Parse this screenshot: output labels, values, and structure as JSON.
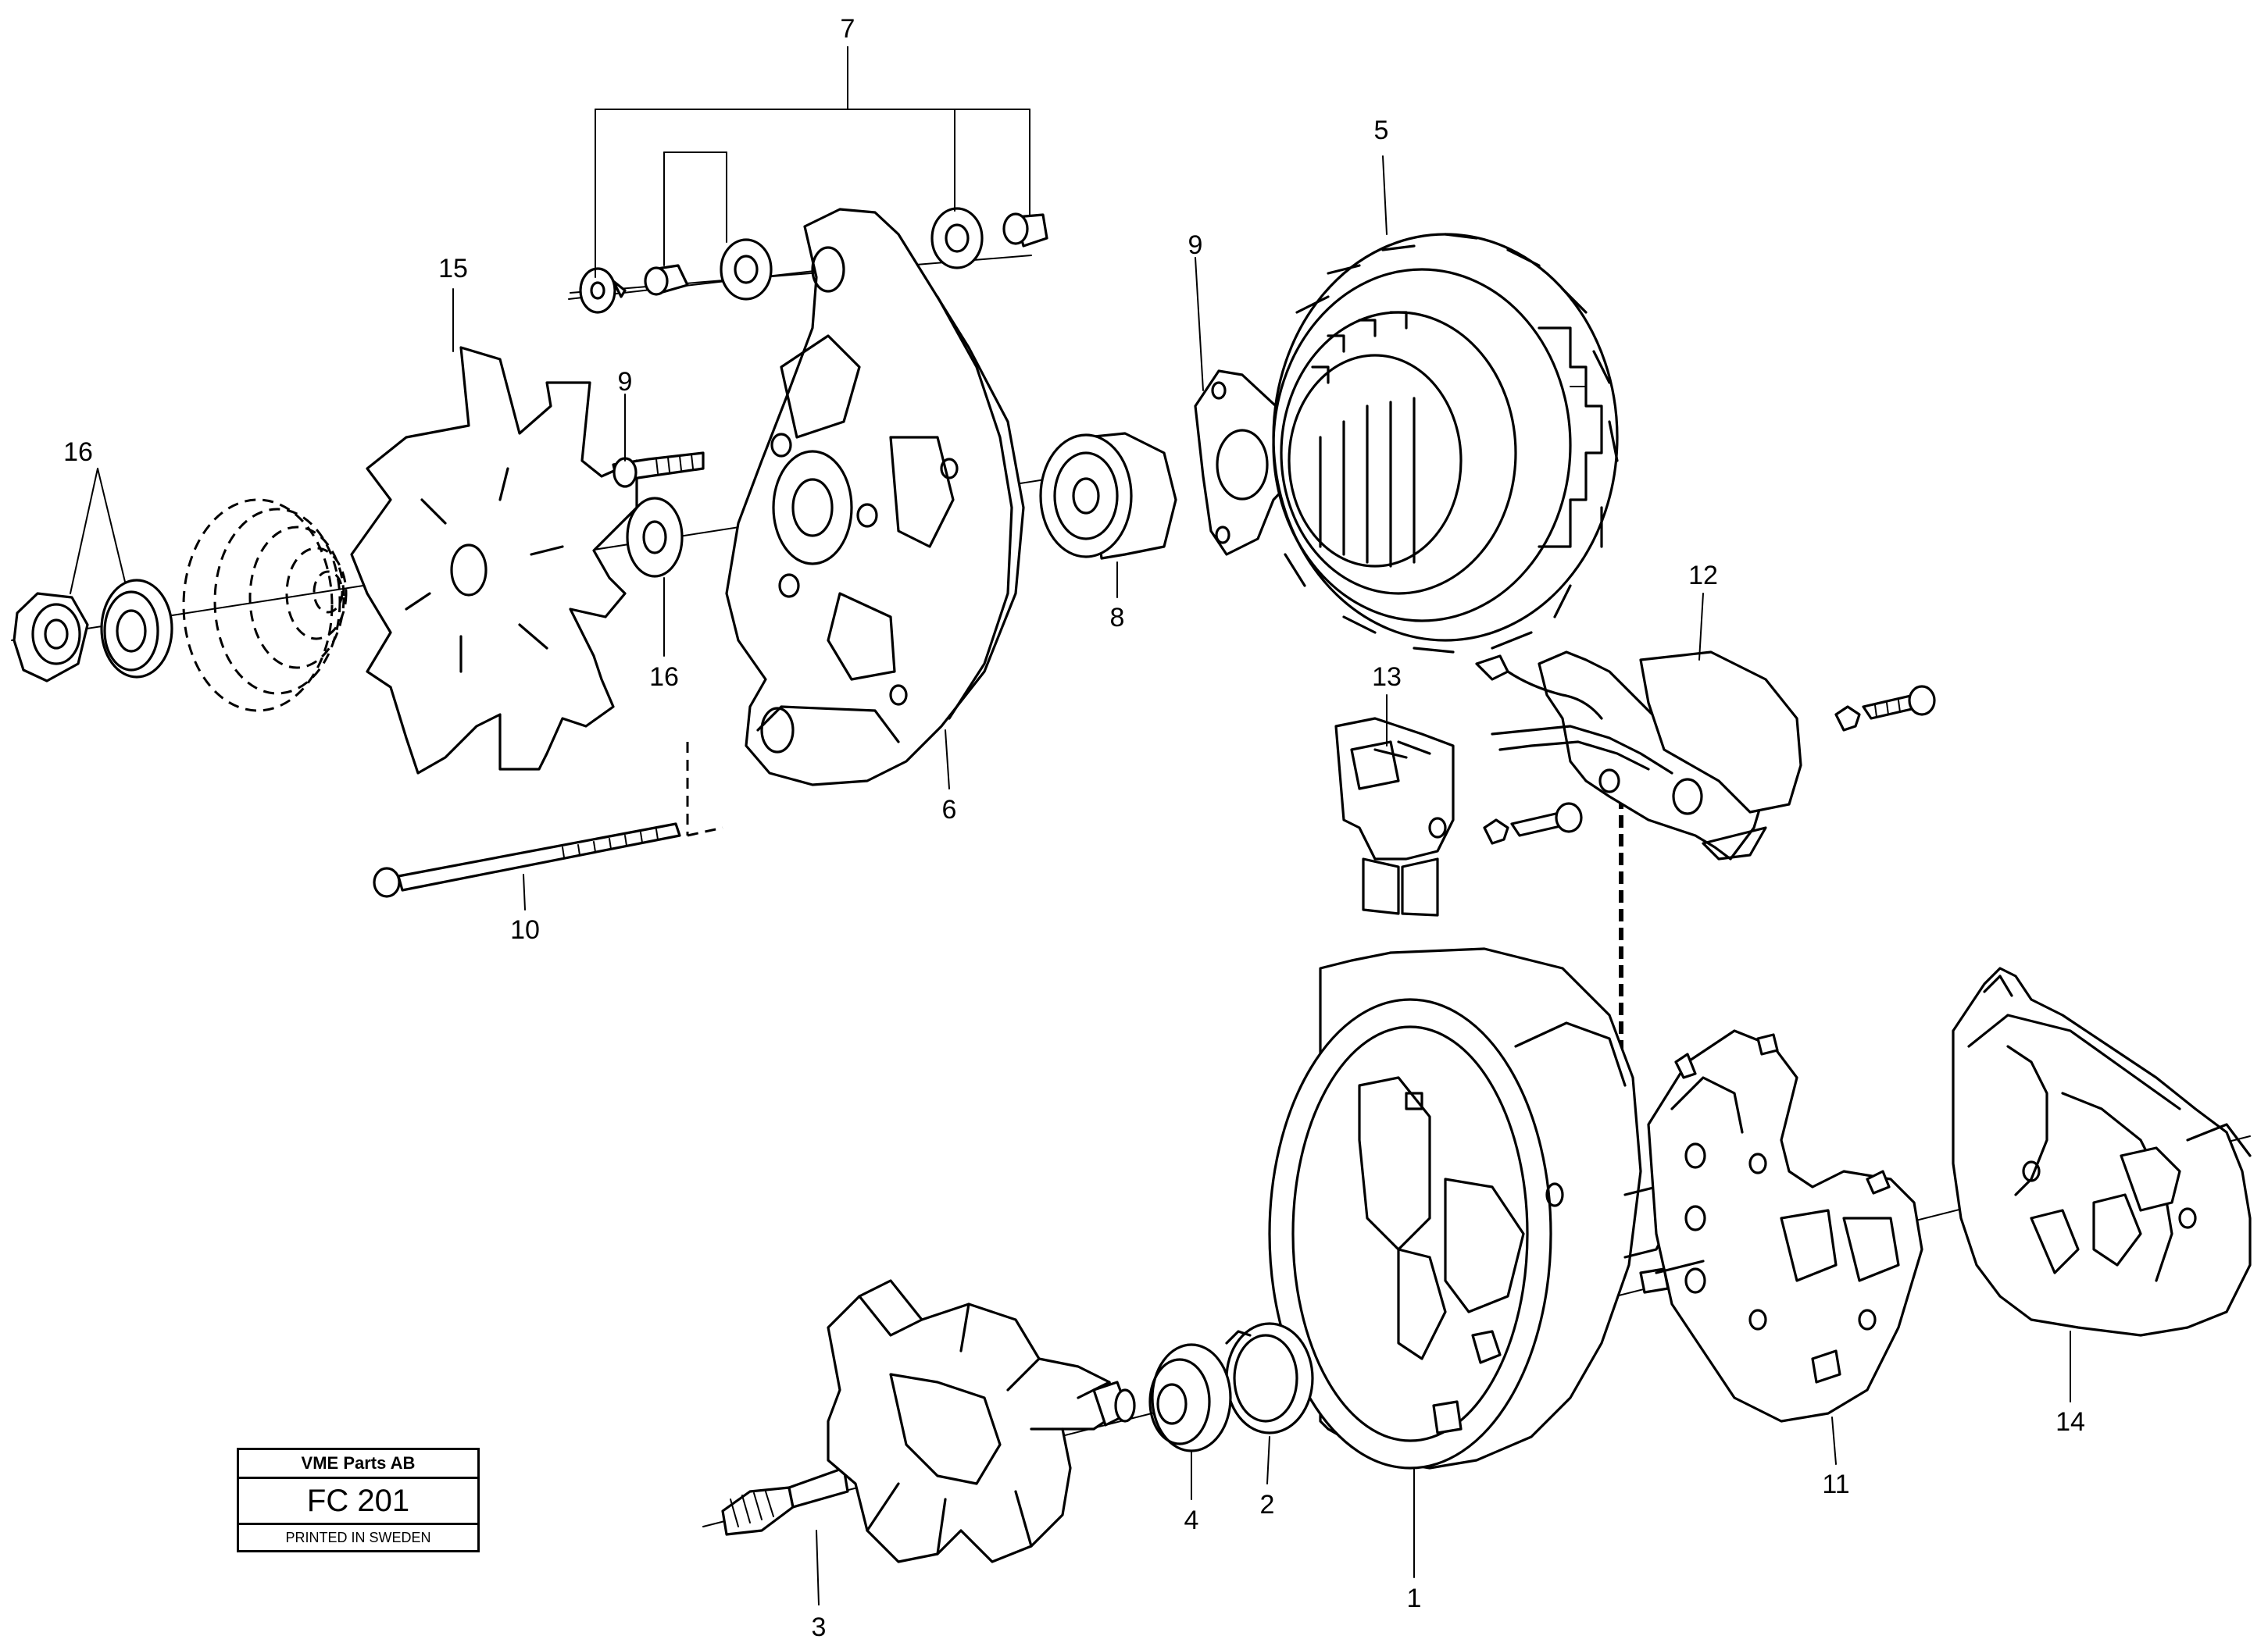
{
  "callouts": {
    "c1": "1",
    "c2": "2",
    "c3": "3",
    "c4": "4",
    "c5": "5",
    "c6": "6",
    "c7": "7",
    "c8": "8",
    "c9a": "9",
    "c9b": "9",
    "c10": "10",
    "c11": "11",
    "c12": "12",
    "c13": "13",
    "c14": "14",
    "c15": "15",
    "c16a": "16",
    "c16b": "16"
  },
  "title_block": {
    "company": "VME Parts AB",
    "code": "FC 201",
    "printed": "PRINTED IN SWEDEN"
  }
}
